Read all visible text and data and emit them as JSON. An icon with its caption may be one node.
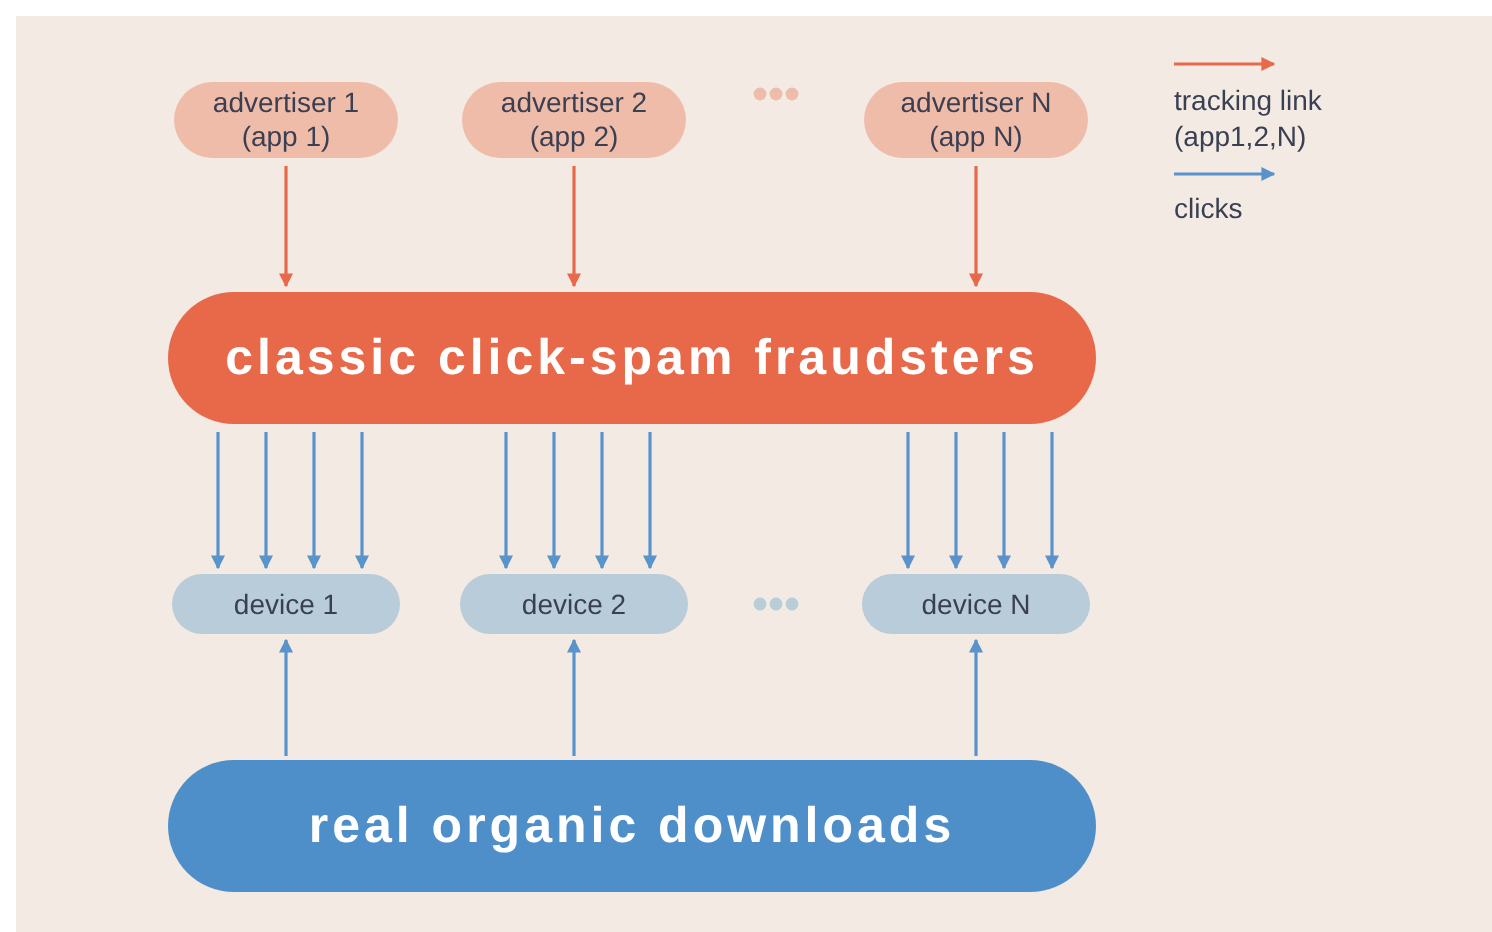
{
  "diagram": {
    "nodes": [
      {
        "text": [
          "advertiser 1 (app 1)"
        ]
      },
      {
        "text": [
          "advertiser 2 (app 2)"
        ]
      },
      {
        "text": [
          "advertiser N (app N)"
        ]
      },
      {
        "text": [
          "classic click-spam fraudsters"
        ]
      },
      {
        "text": [
          "device 1"
        ]
      },
      {
        "text": [
          "device 2"
        ]
      },
      {
        "text": [
          "device N"
        ]
      },
      {
        "text": [
          "real organic downloads"
        ]
      }
    ],
    "edges": [
      {
        "from": 0,
        "to": 3,
        "arrow": "to",
        "color": "#e8694a"
      },
      {
        "from": 1,
        "to": 3,
        "arrow": "to",
        "color": "#e8694a"
      },
      {
        "from": 2,
        "to": 3,
        "arrow": "to",
        "color": "#e8694a"
      },
      {
        "from": 3,
        "to": 4,
        "arrow": "to"
      },
      {
        "from": 3,
        "to": 4,
        "arrow": "to"
      },
      {
        "from": 3,
        "to": 4,
        "arrow": "to"
      },
      {
        "from": 3,
        "to": 4,
        "arrow": "to"
      },
      {
        "from": 3,
        "to": 5,
        "arrow": "to"
      },
      {
        "from": 3,
        "to": 5,
        "arrow": "to"
      },
      {
        "from": 3,
        "to": 5,
        "arrow": "to"
      },
      {
        "from": 3,
        "to": 5,
        "arrow": "to"
      },
      {
        "from": 3,
        "to": 6,
        "arrow": "to"
      },
      {
        "from": 3,
        "to": 6,
        "arrow": "to"
      },
      {
        "from": 3,
        "to": 6,
        "arrow": "to"
      },
      {
        "from": 3,
        "to": 6,
        "arrow": "to"
      },
      {
        "from": 7,
        "to": 4,
        "arrow": "to"
      },
      {
        "from": 7,
        "to": 5,
        "arrow": "to"
      },
      {
        "from": 7,
        "to": 6,
        "arrow": "to"
      }
    ],
    "legend": [
      {
        "text": "tracking link (app1,2,N)"
      },
      {
        "text": "clicks"
      }
    ]
  }
}
